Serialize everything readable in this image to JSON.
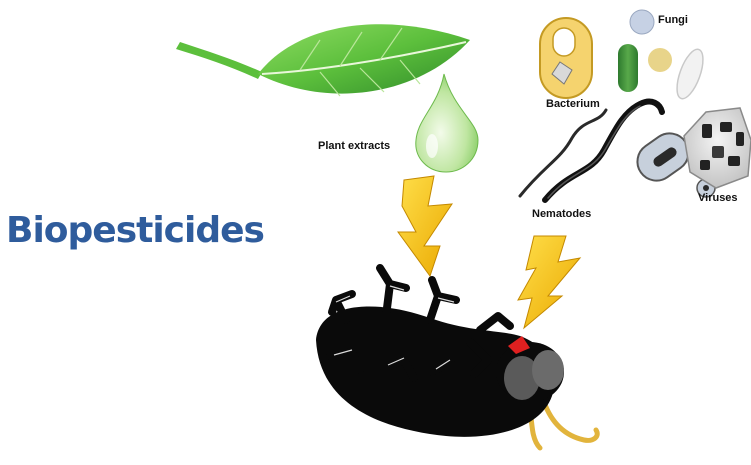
{
  "title": "Biopesticides",
  "labels": {
    "plant_extracts": "Plant extracts",
    "fungi": "Fungi",
    "bacterium": "Bacterium",
    "nematodes": "Nematodes",
    "viruses": "Viruses"
  },
  "colors": {
    "title": "#2f5c9c",
    "leaf": "#5cbf3c",
    "lightning": "#f5c400",
    "insect": "#0a0a0a",
    "insect_mark": "#e02020",
    "antenna": "#e2b43c"
  }
}
